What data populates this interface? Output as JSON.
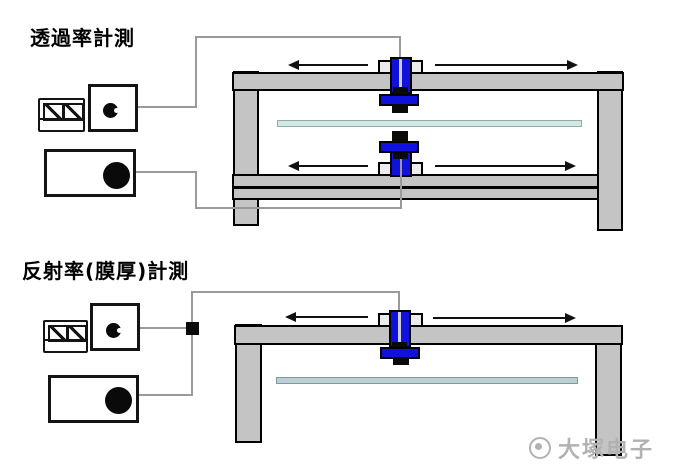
{
  "transmittance": {
    "title": "透過率計測"
  },
  "reflectance": {
    "title": "反射率(膜厚)計測"
  },
  "watermark": {
    "icon": "circle-swirl-logo",
    "text": "大塚电子"
  },
  "colors": {
    "frame_gray": "#c4c4c4",
    "sensor_blue": "#1111dd",
    "carriage_white": "#ececec",
    "glass_top": "#cfe8e4",
    "glass_bottom": "#bccfd4",
    "cable_gray": "#9a9a9a",
    "arrow_black": "#111111",
    "watermark_gray": "#b2b2b2",
    "outline_black": "#000000"
  }
}
